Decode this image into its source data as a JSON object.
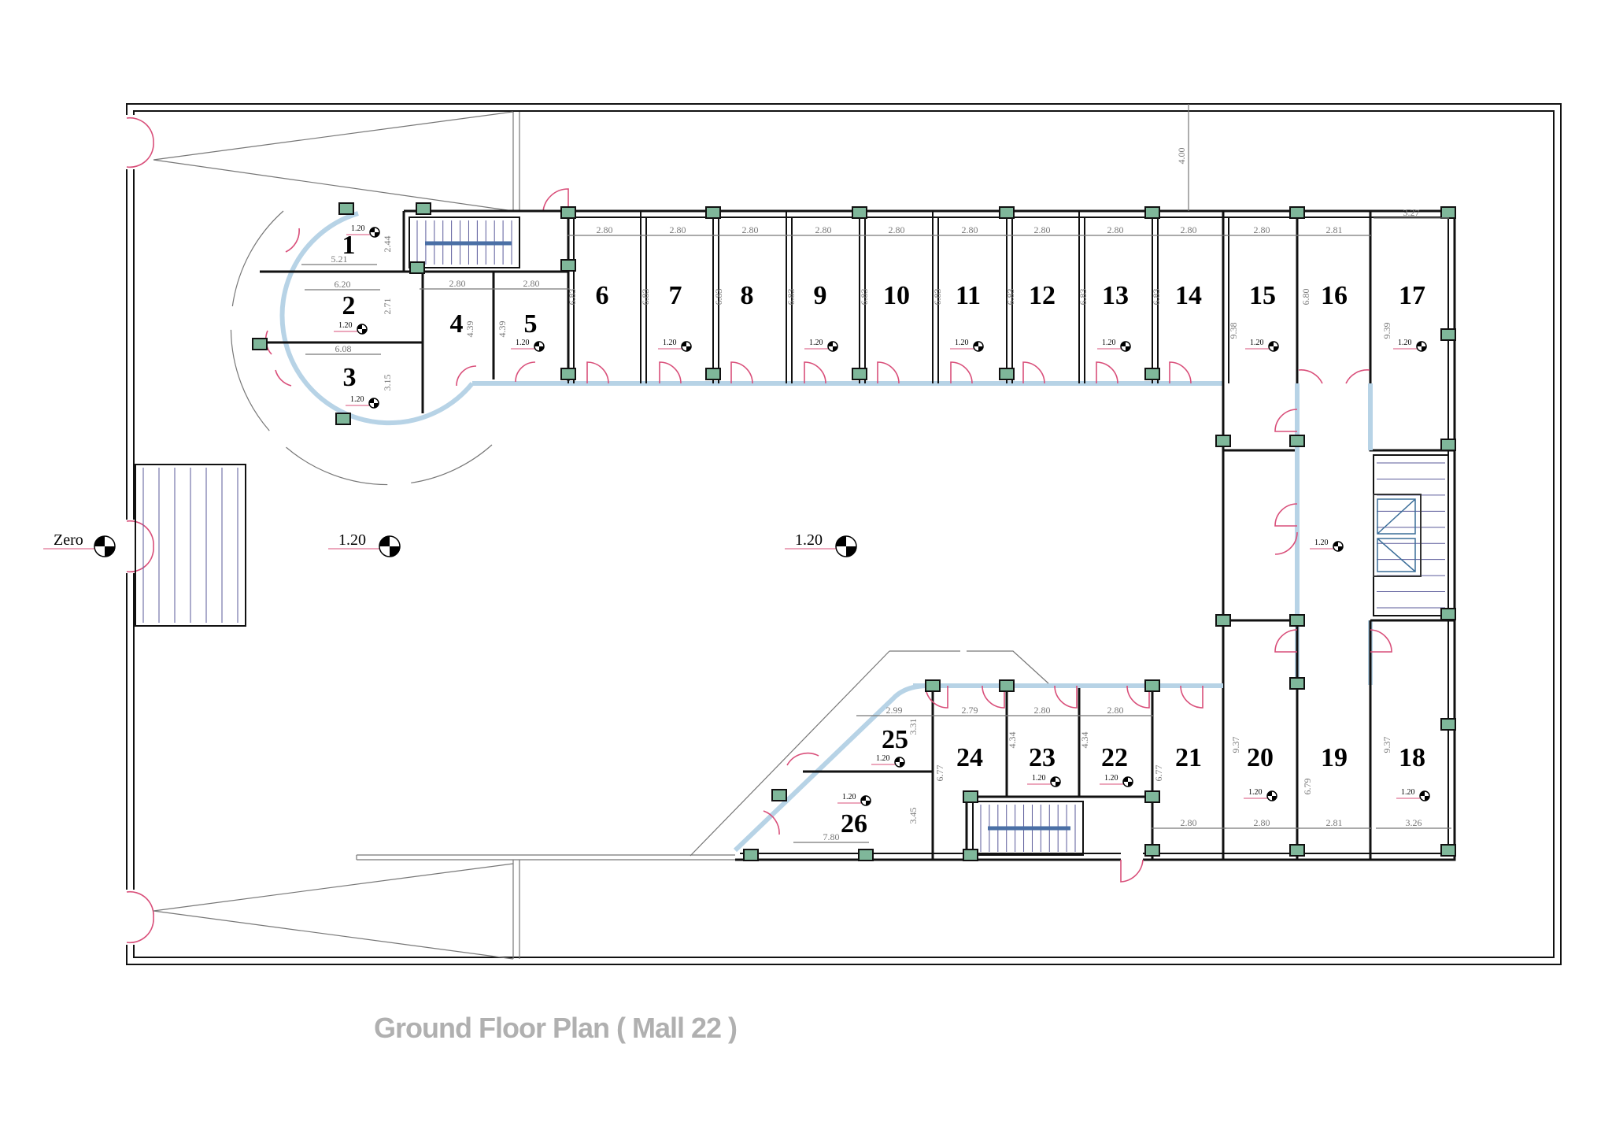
{
  "title": "Ground Floor Plan  ( Mall 22 )",
  "rooms": [
    "1",
    "2",
    "3",
    "4",
    "5",
    "6",
    "7",
    "8",
    "9",
    "10",
    "11",
    "12",
    "13",
    "14",
    "15",
    "16",
    "17",
    "18",
    "19",
    "20",
    "21",
    "22",
    "23",
    "24",
    "25",
    "26"
  ],
  "level_markers": {
    "entrance": "Zero",
    "mall_left": "1.20",
    "mall_center": "1.20",
    "room_level": "1.20"
  },
  "dimensions": [
    "2.44",
    "5.21",
    "6.20",
    "2.71",
    "6.08",
    "3.15",
    "2.80",
    "2.80",
    "4.39",
    "4.39",
    "6.83",
    "6.83",
    "6.83",
    "6.83",
    "6.83",
    "6.83",
    "6.83",
    "6.83",
    "6.83",
    "2.80",
    "2.80",
    "2.80",
    "2.80",
    "2.80",
    "2.80",
    "2.80",
    "2.80",
    "2.80",
    "2.80",
    "2.81",
    "3.27",
    "9.38",
    "6.80",
    "9.39",
    "4.00",
    "2.99",
    "2.79",
    "2.80",
    "2.80",
    "3.31",
    "4.34",
    "4.34",
    "6.77",
    "6.77",
    "9.37",
    "6.79",
    "9.37",
    "3.45",
    "7.80",
    "2.80",
    "2.80",
    "2.81",
    "3.26"
  ],
  "colors": {
    "wall": "#111111",
    "glass": "#b7d3e6",
    "door": "#d94f7a",
    "column": "#7fb79a",
    "title": "#b0b0b0"
  }
}
